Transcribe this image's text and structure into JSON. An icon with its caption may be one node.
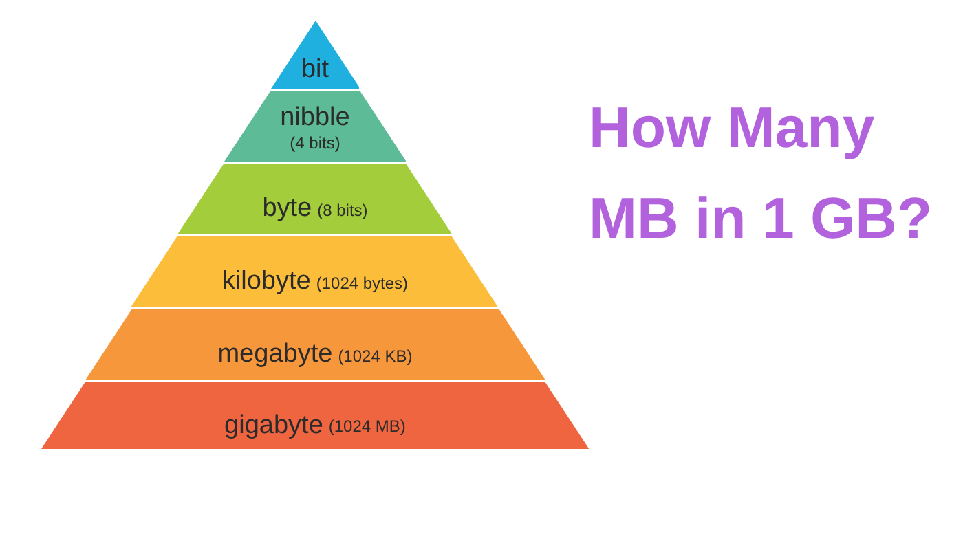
{
  "diagram": {
    "title": "How Many MB in 1 GB?",
    "nodes": [
      {
        "text": [
          "bit"
        ]
      },
      {
        "text": [
          "nibble",
          "(4 bits)"
        ]
      },
      {
        "text": [
          "byte",
          "(8 bits)"
        ]
      },
      {
        "text": [
          "kilobyte",
          "(1024 bytes)"
        ]
      },
      {
        "text": [
          "megabyte",
          "(1024 KB)"
        ]
      },
      {
        "text": [
          "gigabyte",
          "(1024 MB)"
        ]
      }
    ]
  }
}
